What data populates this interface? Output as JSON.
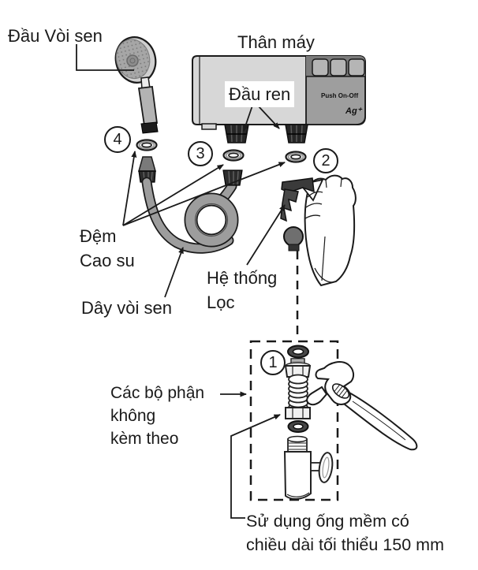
{
  "figure": {
    "labels": {
      "shower_head": "Đầu Vòi sen",
      "main_body": "Thân máy",
      "threaded_inlet": "Đầu ren",
      "gasket_l1": "Đệm",
      "gasket_l2": "Cao su",
      "hose": "Dây vòi sen",
      "filter_l1": "Hệ thống",
      "filter_l2": "Lọc",
      "not_included_l1": "Các bộ phận",
      "not_included_l2": "không",
      "not_included_l3": "kèm theo",
      "note_l1": "Sử dụng ống mềm có",
      "note_l2": "chiều dài tối thiểu 150 mm"
    },
    "callout_numbers": {
      "n1": "1",
      "n2": "2",
      "n3": "3",
      "n4": "4"
    },
    "device_markings": {
      "power_button": "Push On-Off",
      "ag_logo": "Ag⁺"
    },
    "colors": {
      "ink": "#1a1a1a",
      "body_fill": "#d7d7d7",
      "panel_fill": "#9e9e9e",
      "panel_strip": "#7c7c7c",
      "hose_fill": "#9d9d9d",
      "dark_metal": "#2c2c2c"
    }
  }
}
